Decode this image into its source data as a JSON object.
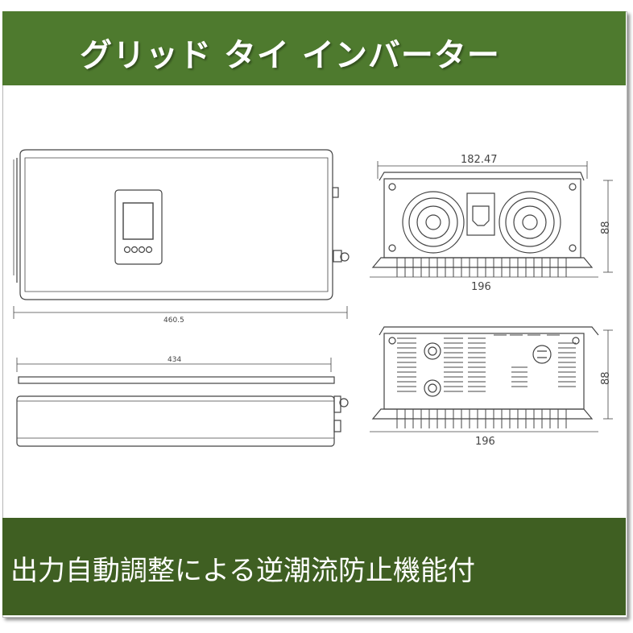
{
  "header": {
    "title": "グリッド タイ インバーター"
  },
  "footer": {
    "caption": "出力自動調整による逆潮流防止機能付"
  },
  "dimensions": {
    "front_length": "460.5",
    "side_length": "434",
    "end_width_top": "182.47",
    "end_width_bottom": "196",
    "end_height": "88",
    "rear_width": "196",
    "rear_height": "88"
  },
  "colors": {
    "header_bg": "#4e7a2e",
    "footer_bg": "#3f5f22",
    "line": "#444444"
  }
}
